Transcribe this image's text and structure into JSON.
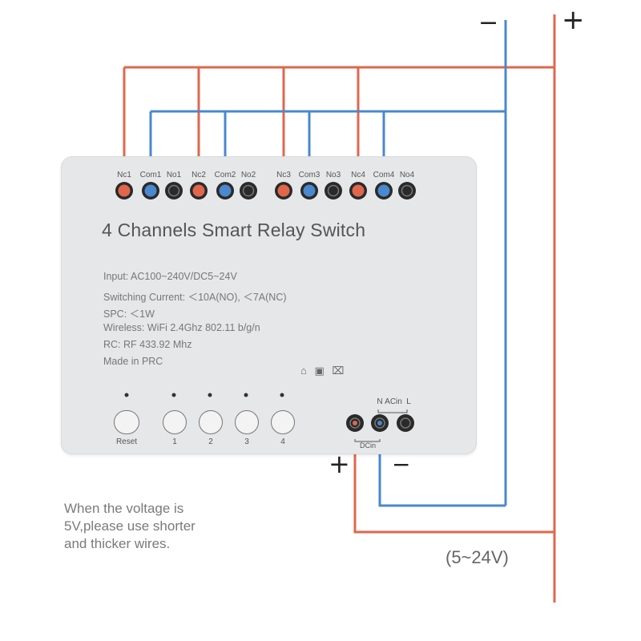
{
  "power": {
    "top_minus": "−",
    "top_plus": "+",
    "dc_plus": "+",
    "dc_minus": "−",
    "voltage_range": "(5~24V)"
  },
  "colors": {
    "positive_wire": "#e0674c",
    "negative_wire": "#4a88cf",
    "device_body": "#e6e7e9"
  },
  "terminals": [
    {
      "label": "Nc1",
      "kind": "red"
    },
    {
      "label": "Com1",
      "kind": "blue"
    },
    {
      "label": "No1",
      "kind": "dark"
    },
    {
      "label": "Nc2",
      "kind": "red"
    },
    {
      "label": "Com2",
      "kind": "blue"
    },
    {
      "label": "No2",
      "kind": "dark"
    },
    {
      "label": "Nc3",
      "kind": "red"
    },
    {
      "label": "Com3",
      "kind": "blue"
    },
    {
      "label": "No3",
      "kind": "dark"
    },
    {
      "label": "Nc4",
      "kind": "red"
    },
    {
      "label": "Com4",
      "kind": "blue"
    },
    {
      "label": "No4",
      "kind": "dark"
    }
  ],
  "device": {
    "title": "4 Channels Smart Relay Switch",
    "specs": [
      "Input: AC100~240V/DC5~24V",
      "Switching Current: ＜10A(NO), ＜7A(NC)",
      "SPC: ＜1W",
      "Wireless: WiFi 2.4Ghz 802.11 b/g/n",
      "RC: RF 433.92 Mhz",
      "Made in PRC"
    ],
    "cert_icons": "⌂ ▣ ⌧",
    "buttons": [
      "Reset",
      "1",
      "2",
      "3",
      "4"
    ],
    "power_terminals": {
      "n_label": "N",
      "ac_label": "ACin",
      "l_label": "L",
      "dc_label": "DCin"
    }
  },
  "note": {
    "lines": [
      "When the voltage is",
      "5V,please use shorter",
      "and thicker wires."
    ]
  }
}
